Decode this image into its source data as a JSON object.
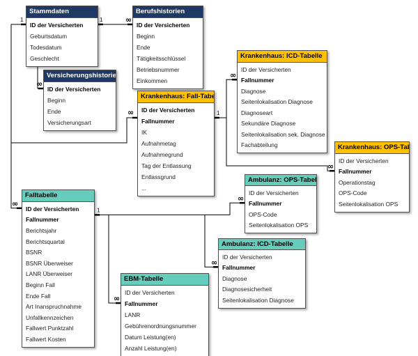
{
  "tables": [
    {
      "id": "stammdaten",
      "title": "Stammdaten",
      "color": "navy",
      "fields": [
        "ID der Versicherten",
        "Geburtsdatum",
        "Todesdatum",
        "Geschlecht"
      ],
      "keys": [
        0
      ]
    },
    {
      "id": "berufshistorien",
      "title": "Berufshistorien",
      "color": "navy",
      "fields": [
        "ID der Versicherten",
        "Beginn",
        "Ende",
        "Tätigkeitsschlüssel",
        "Betriebsnummer",
        "Einkommen"
      ],
      "keys": [
        0
      ]
    },
    {
      "id": "versicherungshistorien",
      "title": "Versicherungshistorien",
      "color": "navy",
      "fields": [
        "ID der Versicherten",
        "Beginn",
        "Ende",
        "Versicherungsart"
      ],
      "keys": [
        0
      ]
    },
    {
      "id": "kh_fall",
      "title": "Krankenhaus: Fall-Tabelle",
      "color": "yellow",
      "fields": [
        "ID der Versicherten",
        "Fallnummer",
        "IK",
        "Aufnahmetag",
        "Aufnahmegrund",
        "Tag der Entlassung",
        "Entlassgrund",
        "..."
      ],
      "keys": [
        0,
        1
      ]
    },
    {
      "id": "kh_icd",
      "title": "Krankenhaus: ICD-Tabelle",
      "color": "yellow",
      "fields": [
        "ID der Versicherten",
        "Fallnummer",
        "Diagnose",
        "Seitenlokalisation Diagnose",
        "Diagnoseart",
        "Sekundäre Diagnose",
        "Seitenlokalisation sek. Diagnose",
        "Fachabteilung"
      ],
      "keys": [
        1
      ]
    },
    {
      "id": "kh_ops",
      "title": "Krankenhaus: OPS-Tabelle",
      "color": "yellow",
      "fields": [
        "ID der Versicherten",
        "Fallnummer",
        "Operationstag",
        "OPS-Code",
        "Seitenlokalisation OPS"
      ],
      "keys": [
        1
      ]
    },
    {
      "id": "amb_ops",
      "title": "Ambulanz: OPS-Tabelle",
      "color": "teal",
      "fields": [
        "ID der Versicherten",
        "Fallnummer",
        "OPS-Code",
        "Seitenlokalisation OPS"
      ],
      "keys": [
        1
      ]
    },
    {
      "id": "amb_icd",
      "title": "Ambulanz: ICD-Tabelle",
      "color": "teal",
      "fields": [
        "ID der Versicherten",
        "Fallnummer",
        "Diagnose",
        "Diagnosesicherheit",
        "Seitenlokalisation Diagnose"
      ],
      "keys": [
        1
      ]
    },
    {
      "id": "falltabelle",
      "title": "Falltabelle",
      "color": "teal",
      "fields": [
        "ID der Versicherten",
        "Fallnummer",
        "Berichtsjahr",
        "Berichtsquartal",
        "BSNR",
        "BSNR Überweiser",
        "LANR Überweiser",
        "Beginn Fall",
        "Ende Fall",
        "Art Inanspruchnahme",
        "Unfallkennzeichen",
        "Fallwert Punktzahl",
        "Fallwert Kosten"
      ],
      "keys": [
        0,
        1
      ]
    },
    {
      "id": "ebm",
      "title": "EBM-Tabelle",
      "color": "teal",
      "fields": [
        "ID der Versicherten",
        "Fallnummer",
        "LANR",
        "Gebührenordnungsnummer",
        "Datum Leistung(en)",
        "Anzahl Leistung(en)"
      ],
      "keys": [
        1
      ]
    }
  ],
  "cardinality": {
    "one": "1",
    "many": "∞"
  }
}
